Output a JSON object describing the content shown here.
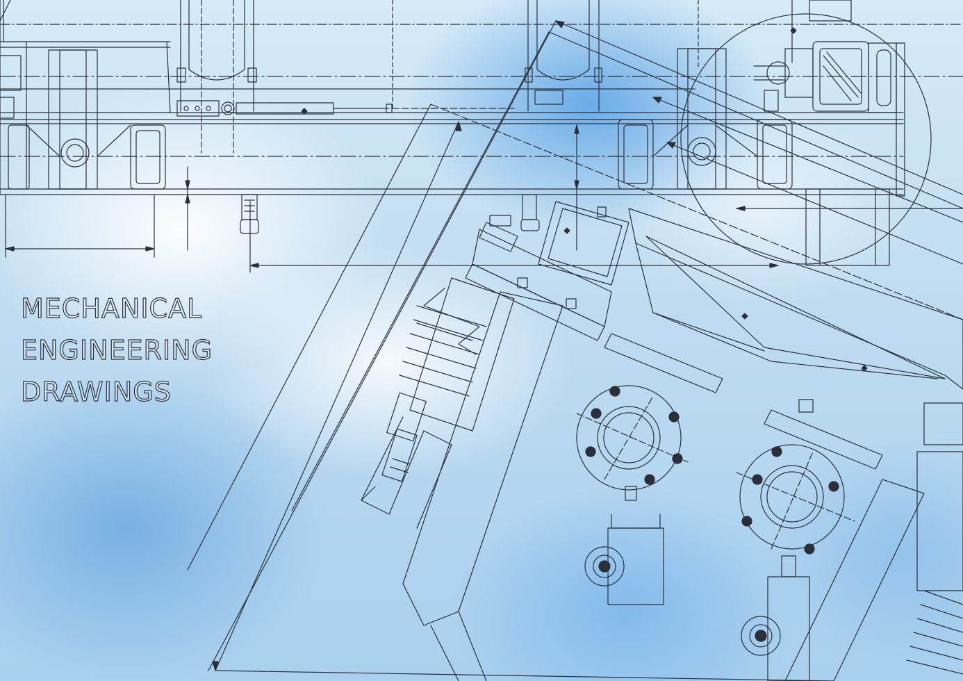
{
  "title": {
    "line1": "MECHANICAL",
    "line2": "ENGINEERING",
    "line3": "DRAWINGS"
  },
  "colors": {
    "ink": "#2a2f3a",
    "background_light": "#e6f3fb",
    "background_blue": "#8ec3ea"
  },
  "drawing_parts": [
    "frame",
    "pipes",
    "spring-damper",
    "flanged-valves",
    "hopper",
    "dimension-lines",
    "large-circle-detail"
  ]
}
